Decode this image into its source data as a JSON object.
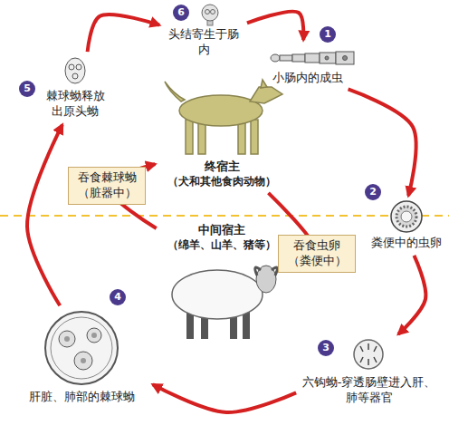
{
  "diagram": {
    "nodes": [
      {
        "text": [
          "头结寄生于肠内"
        ]
      },
      {
        "text": [
          "小肠内的成虫"
        ]
      },
      {
        "text": [
          "棘球蚴释放出原头蚴"
        ]
      },
      {
        "text": [
          "终宿主",
          "（犬和其他食肉动物）"
        ]
      },
      {
        "text": [
          "粪便中的虫卵"
        ]
      },
      {
        "text": [
          "中间宿主",
          "（绵羊、山羊、猪等）"
        ]
      },
      {
        "text": [
          "肝脏、肺部的棘球蚴"
        ]
      },
      {
        "text": [
          "六钩蚴-穿透肠壁进入肝、肺等器官"
        ]
      }
    ],
    "edges": [
      {
        "from": 0,
        "to": 1,
        "arrow": "to"
      },
      {
        "from": 1,
        "to": 4,
        "arrow": "to"
      },
      {
        "from": 4,
        "to": 7,
        "arrow": "to"
      },
      {
        "from": 7,
        "to": 6,
        "arrow": "to"
      },
      {
        "from": 6,
        "to": 2,
        "arrow": "to"
      },
      {
        "from": 2,
        "to": 0,
        "arrow": "to"
      },
      {
        "from": 3,
        "to": 5,
        "label": "吞食虫卵（粪便中）",
        "arrow": "to"
      },
      {
        "from": 5,
        "to": 3,
        "label": "吞食棘球蚴（脏器中）",
        "arrow": "to"
      }
    ],
    "labels": [
      "1",
      "2",
      "3",
      "4",
      "5",
      "6"
    ]
  }
}
